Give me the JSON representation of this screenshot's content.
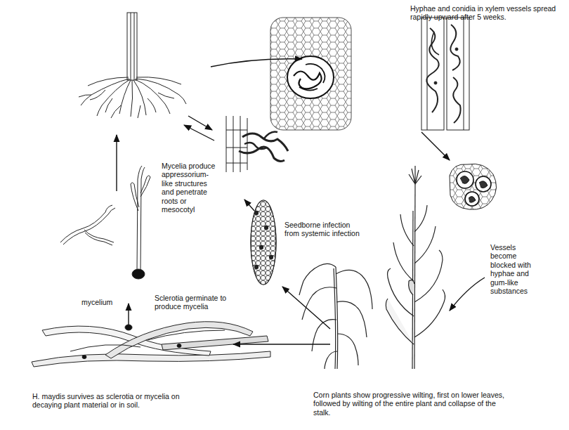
{
  "diagram": {
    "labels": [
      "Hyphae and conidia in xylem vessels spread rapidly upward after 5 weeks.",
      "Vessels become blocked with hyphae and gum-like substances",
      "Corn plants show progressive wilting, first on lower leaves, followed by wilting of the entire plant and collapse of the stalk.",
      "H. maydis survives as sclerotia or mycelia on decaying plant material or in soil.",
      "Sclerotia germinate to produce mycelia",
      "mycelium",
      "Mycelia produce appressorium-like structures and penetrate roots or mesocotyl",
      "Seedborne infection from systemic infection"
    ]
  }
}
